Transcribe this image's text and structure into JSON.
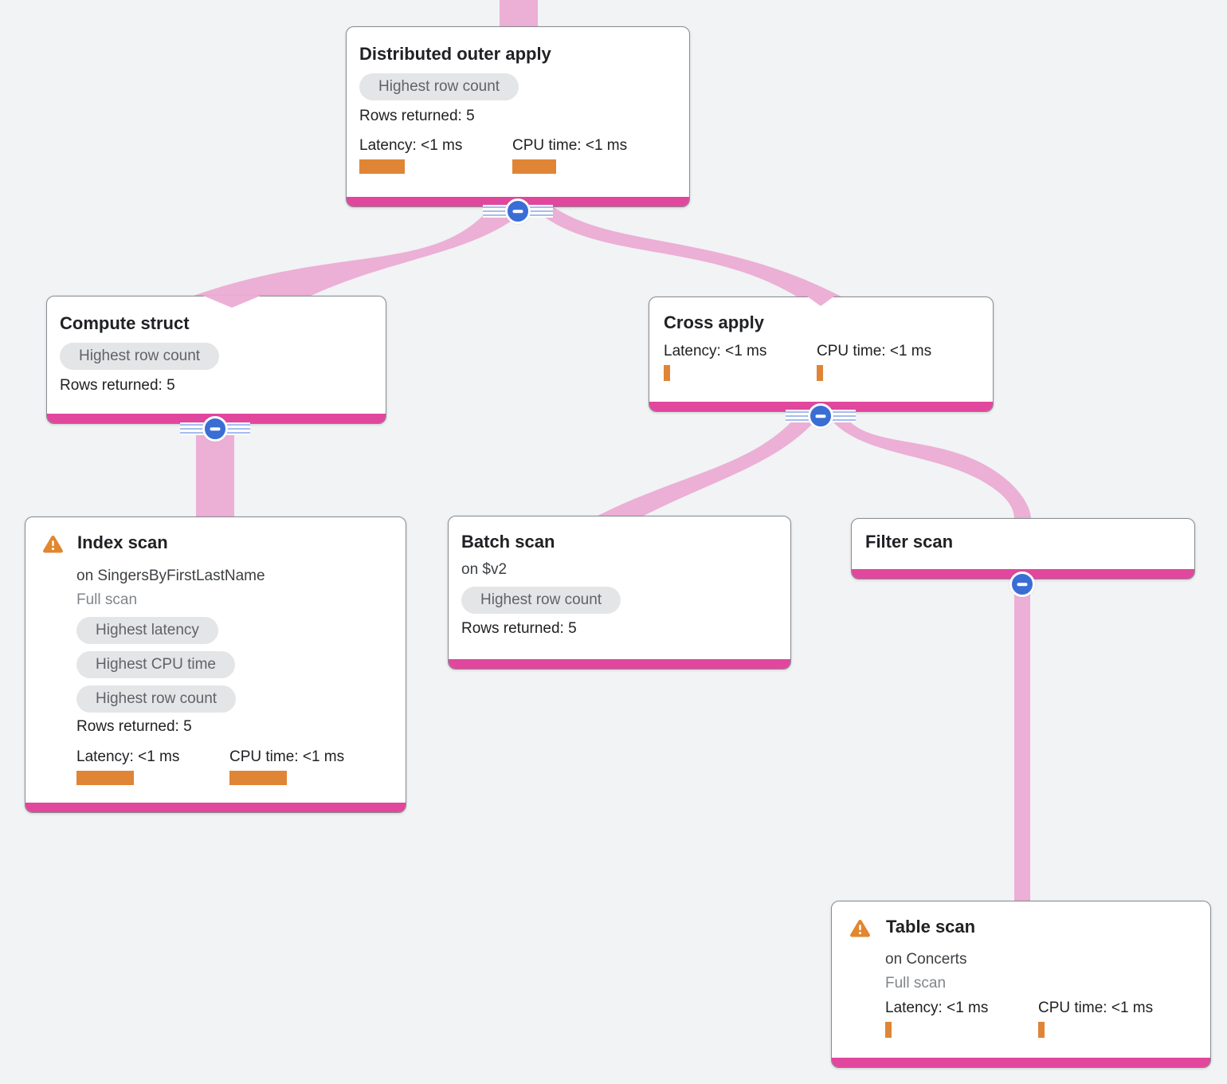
{
  "app": {
    "view": "query-execution-plan"
  },
  "colors": {
    "background": "#f1f3f4",
    "edge": "#ecafd5",
    "node_accent": "#e0479d",
    "metric_bar": "#e08536",
    "warning_icon": "#e2862f",
    "collapse_button_blue": "#3a6ed5",
    "collapse_stripe_blue": "#a6bdee",
    "badge_bg": "#e4e5e7",
    "badge_text": "#5f6368"
  },
  "nodes": {
    "distributed_outer_apply": {
      "title": "Distributed outer apply",
      "badges": [
        "Highest row count"
      ],
      "rows_returned": "Rows returned: 5",
      "latency_label": "Latency: <1 ms",
      "cpu_label": "CPU time: <1 ms",
      "latency_bar_style": "width:57px",
      "cpu_bar_style": "width:55px"
    },
    "compute_struct": {
      "title": "Compute struct",
      "badges": [
        "Highest row count"
      ],
      "rows_returned": "Rows returned: 5"
    },
    "cross_apply": {
      "title": "Cross apply",
      "latency_label": "Latency: <1 ms",
      "cpu_label": "CPU time: <1 ms",
      "latency_bar_style": "width:8px;height:20px",
      "cpu_bar_style": "width:8px;height:20px"
    },
    "index_scan": {
      "title": "Index scan",
      "subtitle": "on SingersByFirstLastName",
      "scan_type": "Full scan",
      "badges": [
        "Highest latency",
        "Highest CPU time",
        "Highest row count"
      ],
      "rows_returned": "Rows returned: 5",
      "latency_label": "Latency: <1 ms",
      "cpu_label": "CPU time: <1 ms",
      "latency_bar_style": "width:72px",
      "cpu_bar_style": "width:72px"
    },
    "batch_scan": {
      "title": "Batch scan",
      "subtitle": "on $v2",
      "badges": [
        "Highest row count"
      ],
      "rows_returned": "Rows returned: 5"
    },
    "filter_scan": {
      "title": "Filter scan"
    },
    "table_scan": {
      "title": "Table scan",
      "subtitle": "on Concerts",
      "scan_type": "Full scan",
      "latency_label": "Latency: <1 ms",
      "cpu_label": "CPU time: <1 ms",
      "latency_bar_style": "width:8px;height:20px",
      "cpu_bar_style": "width:8px;height:20px"
    }
  }
}
